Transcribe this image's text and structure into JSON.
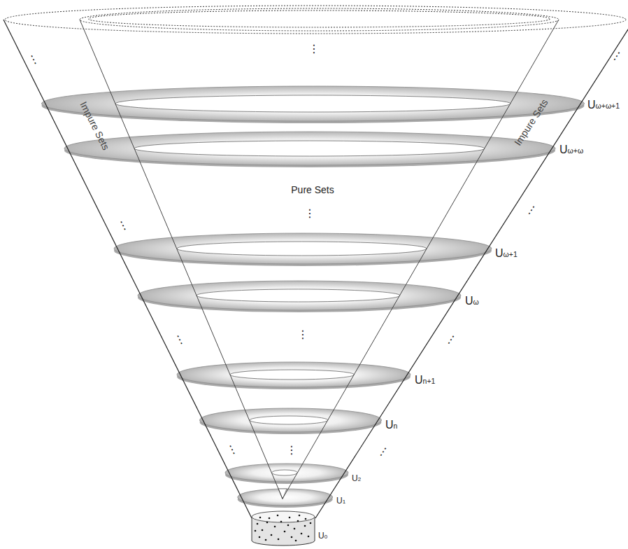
{
  "diagram": {
    "labels": [
      "⋮",
      "⋮",
      "⋮",
      "Uω+ω+1",
      "Impure Sets",
      "Impure Sets",
      "Uω+ω",
      "Pure Sets",
      "⋮",
      "⋮",
      "⋮",
      "Uω+1",
      "Uω",
      "⋮",
      "⋮",
      "⋮",
      "Un+1",
      "Un",
      "⋮",
      "⋮",
      "⋮",
      "U2",
      "U1",
      "U0"
    ]
  }
}
